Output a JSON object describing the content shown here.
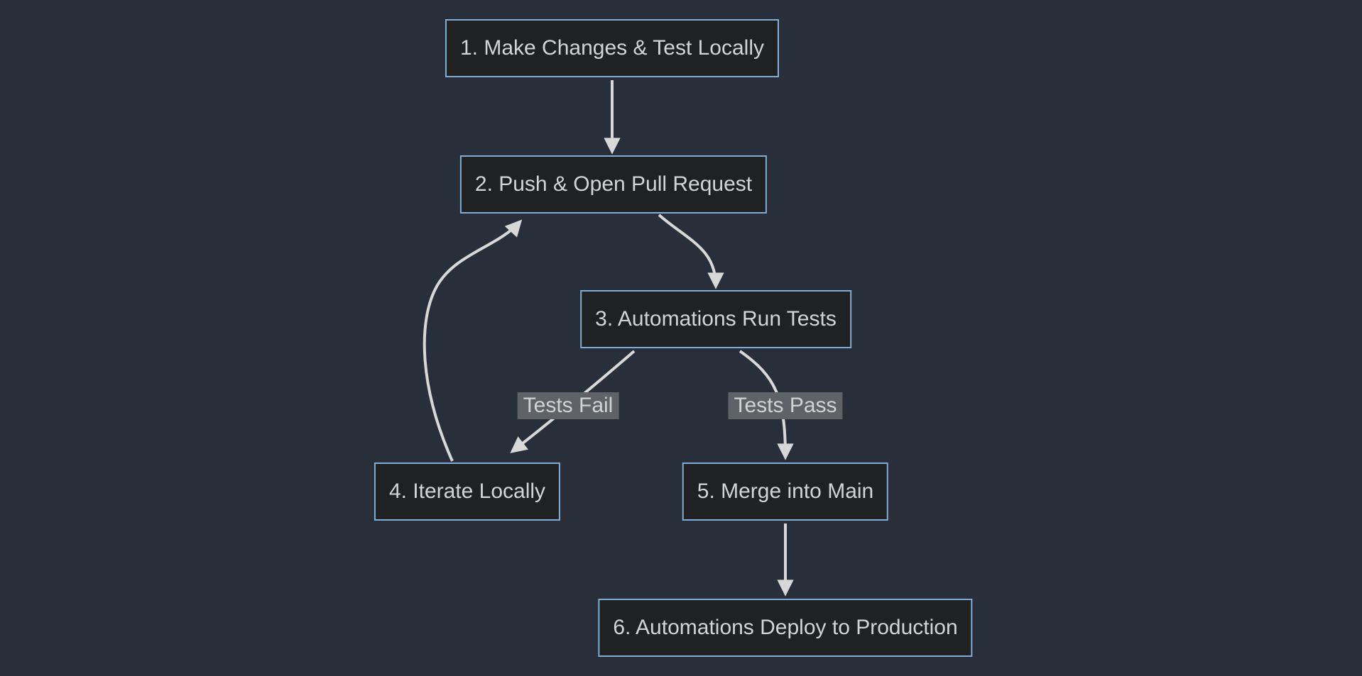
{
  "diagram": {
    "type": "flowchart",
    "direction": "top-down",
    "nodes": [
      {
        "id": "n1",
        "label": "1. Make Changes & Test Locally"
      },
      {
        "id": "n2",
        "label": "2. Push & Open Pull Request"
      },
      {
        "id": "n3",
        "label": "3. Automations Run Tests"
      },
      {
        "id": "n4",
        "label": "4. Iterate Locally"
      },
      {
        "id": "n5",
        "label": "5. Merge into Main"
      },
      {
        "id": "n6",
        "label": "6. Automations Deploy to Production"
      }
    ],
    "edges": [
      {
        "from": "n1",
        "to": "n2",
        "label": ""
      },
      {
        "from": "n2",
        "to": "n3",
        "label": ""
      },
      {
        "from": "n3",
        "to": "n4",
        "label": "Tests Fail"
      },
      {
        "from": "n3",
        "to": "n5",
        "label": "Tests Pass"
      },
      {
        "from": "n4",
        "to": "n2",
        "label": ""
      },
      {
        "from": "n5",
        "to": "n6",
        "label": ""
      }
    ],
    "colors": {
      "background": "#292f3a",
      "node_fill": "#202122",
      "node_border": "#7fadd6",
      "node_text": "#d4d4d4",
      "edge_stroke": "#d8d8d8",
      "edge_label_bg": "#5f6368",
      "edge_label_text": "#d2d2d2"
    }
  }
}
